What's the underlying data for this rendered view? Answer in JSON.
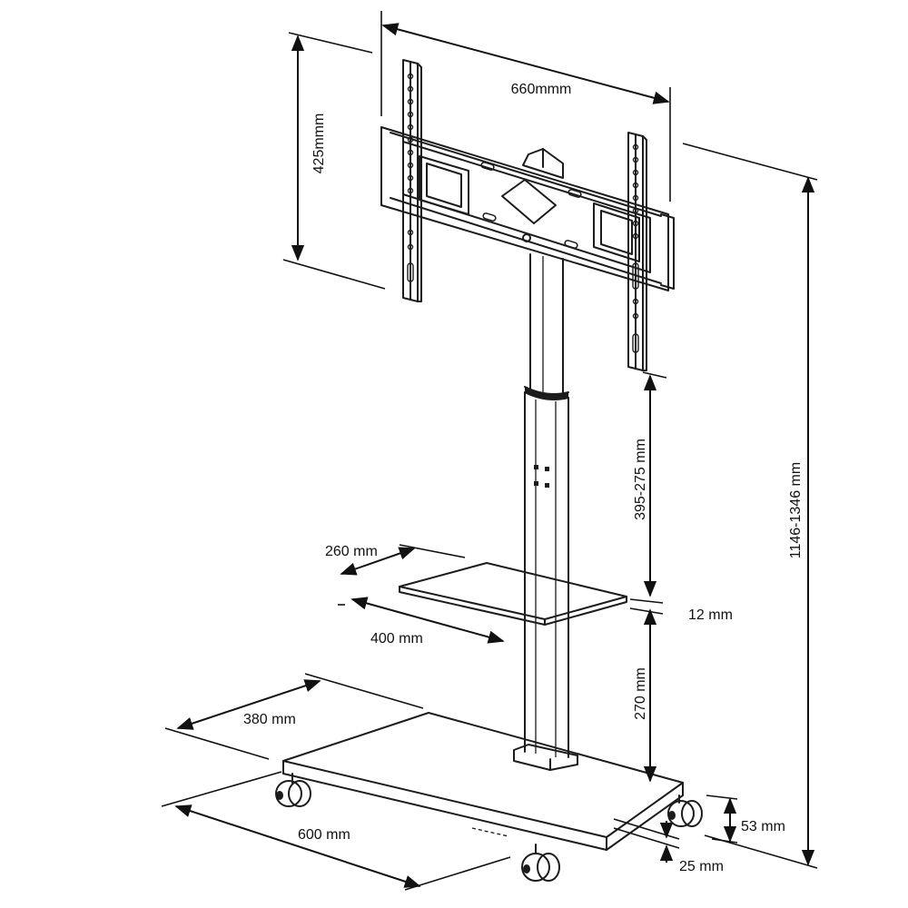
{
  "diagram": {
    "dimensions": {
      "mount_width": "660mmm",
      "mount_height": "425mmm",
      "total_height": "1146-1346 mm",
      "column_adjust": "395-275 mm",
      "shelf_thickness": "12 mm",
      "shelf_depth": "260 mm",
      "shelf_width": "400 mm",
      "shelf_to_base": "270 mm",
      "base_depth": "380 mm",
      "base_width": "600 mm",
      "caster_height": "53 mm",
      "base_thickness": "25 mm"
    }
  }
}
